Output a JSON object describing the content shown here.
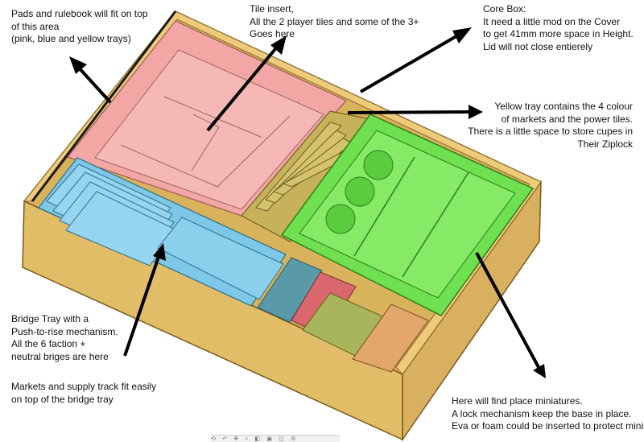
{
  "colors": {
    "box": "#e2bd68",
    "box_dark": "#c9a24e",
    "box_edge": "#7a5a1c",
    "tile_insert": "#f3a7a4",
    "bridge_tray": "#7cc8e6",
    "yellow_tray": "#c7b25c",
    "green_tray": "#6fe04f",
    "red_compartment": "#d9676d",
    "olive_compartment": "#a9b55a",
    "orange_compartment": "#e3a66b",
    "arrow": "#000000"
  },
  "annotations": {
    "pads": [
      "Pads and rulebook will fit on top",
      "of this area",
      "(pink, blue and yellow trays)"
    ],
    "tile_insert": [
      "Tile insert,",
      "All the 2 player tiles and some of the 3+",
      "Goes here"
    ],
    "core_box": [
      "Core Box:",
      "It need a little mod on the Cover",
      "to get 41mm more space in Height.",
      "Lid will not close entierely"
    ],
    "yellow_tray": [
      "Yellow tray contains the 4 colour",
      "of markets and the power tiles.",
      "There is a little space to store cupes in",
      "Their Ziplock"
    ],
    "bridge_tray": [
      "Bridge Tray with a",
      "Push-to-rise mechanism.",
      "All the 6 faction +",
      "neutral briges are here"
    ],
    "markets": [
      "Markets and supply track fit easily",
      "on top of the bridge tray"
    ],
    "miniatures": [
      "Here will find place miniatures.",
      "A lock mechanism keep the base in place.",
      "Eva or foam could be inserted to protect minis"
    ]
  },
  "toolbar": {
    "icons": [
      "rotate-icon",
      "undo-icon",
      "pan-icon",
      "zoom-icon",
      "view-icon",
      "section-icon",
      "display-icon",
      "settings-icon"
    ]
  }
}
